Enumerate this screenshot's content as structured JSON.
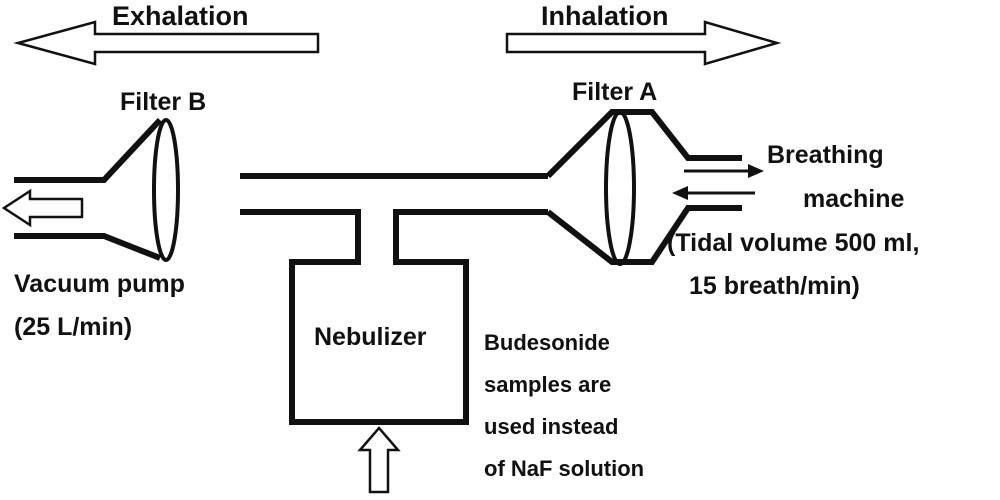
{
  "labels": {
    "exhalation": "Exhalation",
    "inhalation": "Inhalation",
    "filter_b": "Filter B",
    "filter_a": "Filter A",
    "vacuum_line1": "Vacuum pump",
    "vacuum_line2": "(25 L/min)",
    "breathing_line1": "Breathing",
    "breathing_line2": "machine",
    "breathing_line3": "(Tidal volume 500 ml,",
    "breathing_line4": "15 breath/min)",
    "nebulizer": "Nebulizer",
    "note_line1": "Budesonide",
    "note_line2": "samples are",
    "note_line3": "used instead",
    "note_line4": "of NaF solution"
  },
  "colors": {
    "line": "#111111",
    "background": "#ffffff"
  }
}
